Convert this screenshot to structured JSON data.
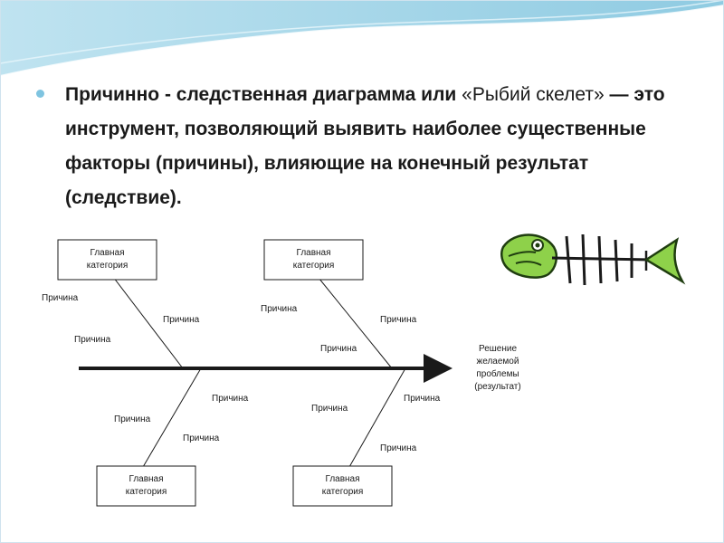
{
  "slide": {
    "text_part1": "Причинно - следственная диаграмма   или ",
    "text_part2": "«Рыбий скелет»",
    "text_part3": " — это инструмент, позволяющий выявить наиболее существенные факторы (причины), влияющие на конечный результат (следствие)."
  },
  "diagram": {
    "category_line1": "Главная",
    "category_line2": "категория",
    "cause_label": "Причина",
    "result_lines": [
      "Решение",
      "желаемой",
      "проблемы",
      "(результат)"
    ]
  },
  "colors": {
    "accent_wave": "#9fd4e8",
    "bullet": "#7fc4e0",
    "fish_green": "#8ed14a",
    "ink": "#1a1a1a"
  }
}
